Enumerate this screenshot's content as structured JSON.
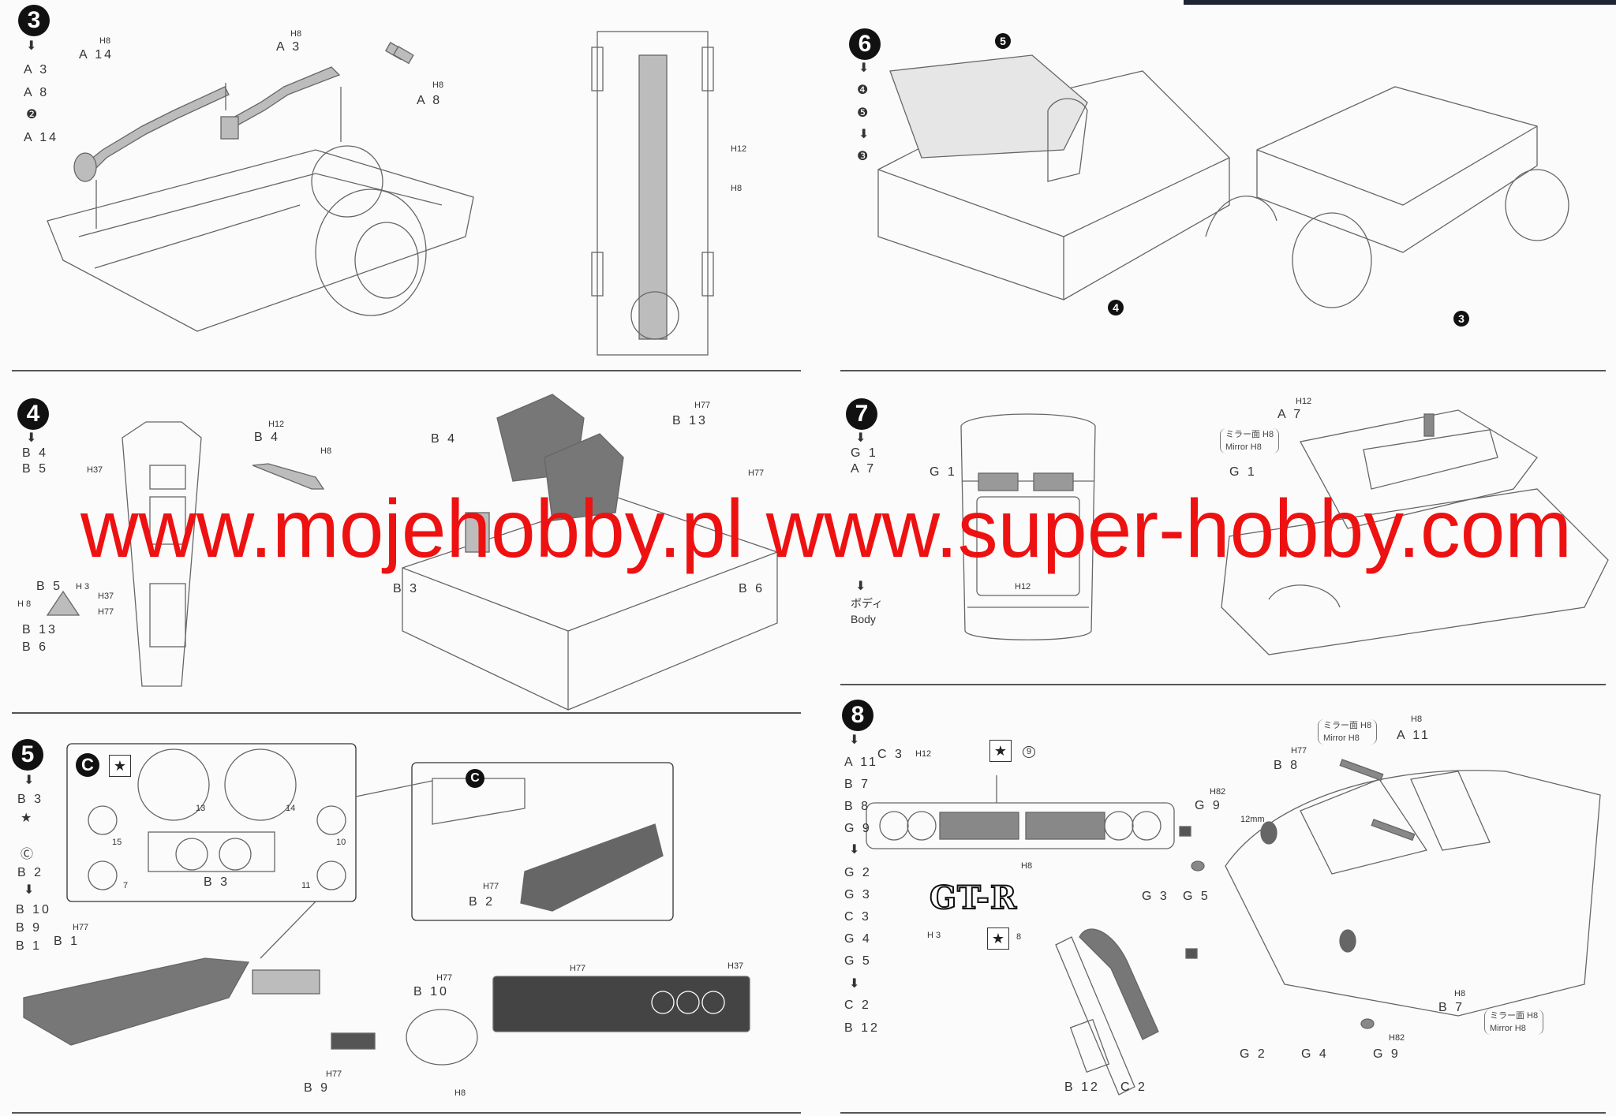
{
  "steps": [
    {
      "number": "3",
      "sequence": [
        "⬇",
        "A 3",
        "A 8",
        "❷",
        "A 14"
      ],
      "labels": [
        "H8",
        "A 14",
        "H8",
        "A 3",
        "H8",
        "A 8",
        "H12",
        "H8"
      ]
    },
    {
      "number": "4",
      "sequence": [
        "⬇",
        "B 4",
        "B 5",
        "B 13",
        "B 6"
      ],
      "labels": [
        "H12",
        "B 4",
        "H8",
        "B 4",
        "H77",
        "B 13",
        "H37",
        "B 5",
        "H 3",
        "H37",
        "H 8",
        "H77",
        "H77",
        "B 6",
        "B 3"
      ]
    },
    {
      "number": "5",
      "sequence": [
        "⬇",
        "B 3",
        "★",
        "Ⓒ",
        "B 2",
        "⬇",
        "B 10",
        "B 9",
        "B 1"
      ],
      "labels": [
        "C",
        "★",
        "13",
        "14",
        "15",
        "10",
        "7",
        "11",
        "B 3",
        "C",
        "H77",
        "B 2",
        "H77",
        "B 1",
        "H77",
        "B 10",
        "H77",
        "B 9",
        "H8",
        "H77",
        "H37"
      ]
    },
    {
      "number": "6",
      "sequence": [
        "⬇",
        "❹",
        "❺",
        "⬇",
        "❸"
      ],
      "labels": [
        "5",
        "4",
        "3"
      ]
    },
    {
      "number": "7",
      "sequence": [
        "⬇",
        "G 1",
        "A 7",
        "⬇",
        "ボディ",
        "Body"
      ],
      "labels": [
        "G 1",
        "H12",
        "H12",
        "A 7",
        "ミラー面 H8",
        "Mirror H8",
        "G 1"
      ]
    },
    {
      "number": "8",
      "sequence": [
        "⬇",
        "A 11",
        "B 7",
        "B 8",
        "G 9",
        "⬇",
        "G 2",
        "G 3",
        "C 3",
        "G 4",
        "G 5",
        "⬇",
        "C 2",
        "B 12"
      ],
      "labels": [
        "C 3",
        "H12",
        "★",
        "9",
        "H8",
        "GT-R",
        "H 3",
        "★",
        "8",
        "H82",
        "G 9",
        "12mm",
        "H77",
        "B 8",
        "ミラー面 H8",
        "Mirror H8",
        "H8",
        "A 11",
        "G 3",
        "G 5",
        "H8",
        "B 7",
        "ミラー面 H8",
        "Mirror H8",
        "G 2",
        "G 4",
        "H82",
        "G 9",
        "B 12",
        "C 2"
      ]
    }
  ],
  "watermark": "www.mojehobby.pl www.super-hobby.com",
  "colors": {
    "watermark": "#ee1111",
    "ink": "#222222",
    "paint_gray": "#bcbcbc"
  }
}
